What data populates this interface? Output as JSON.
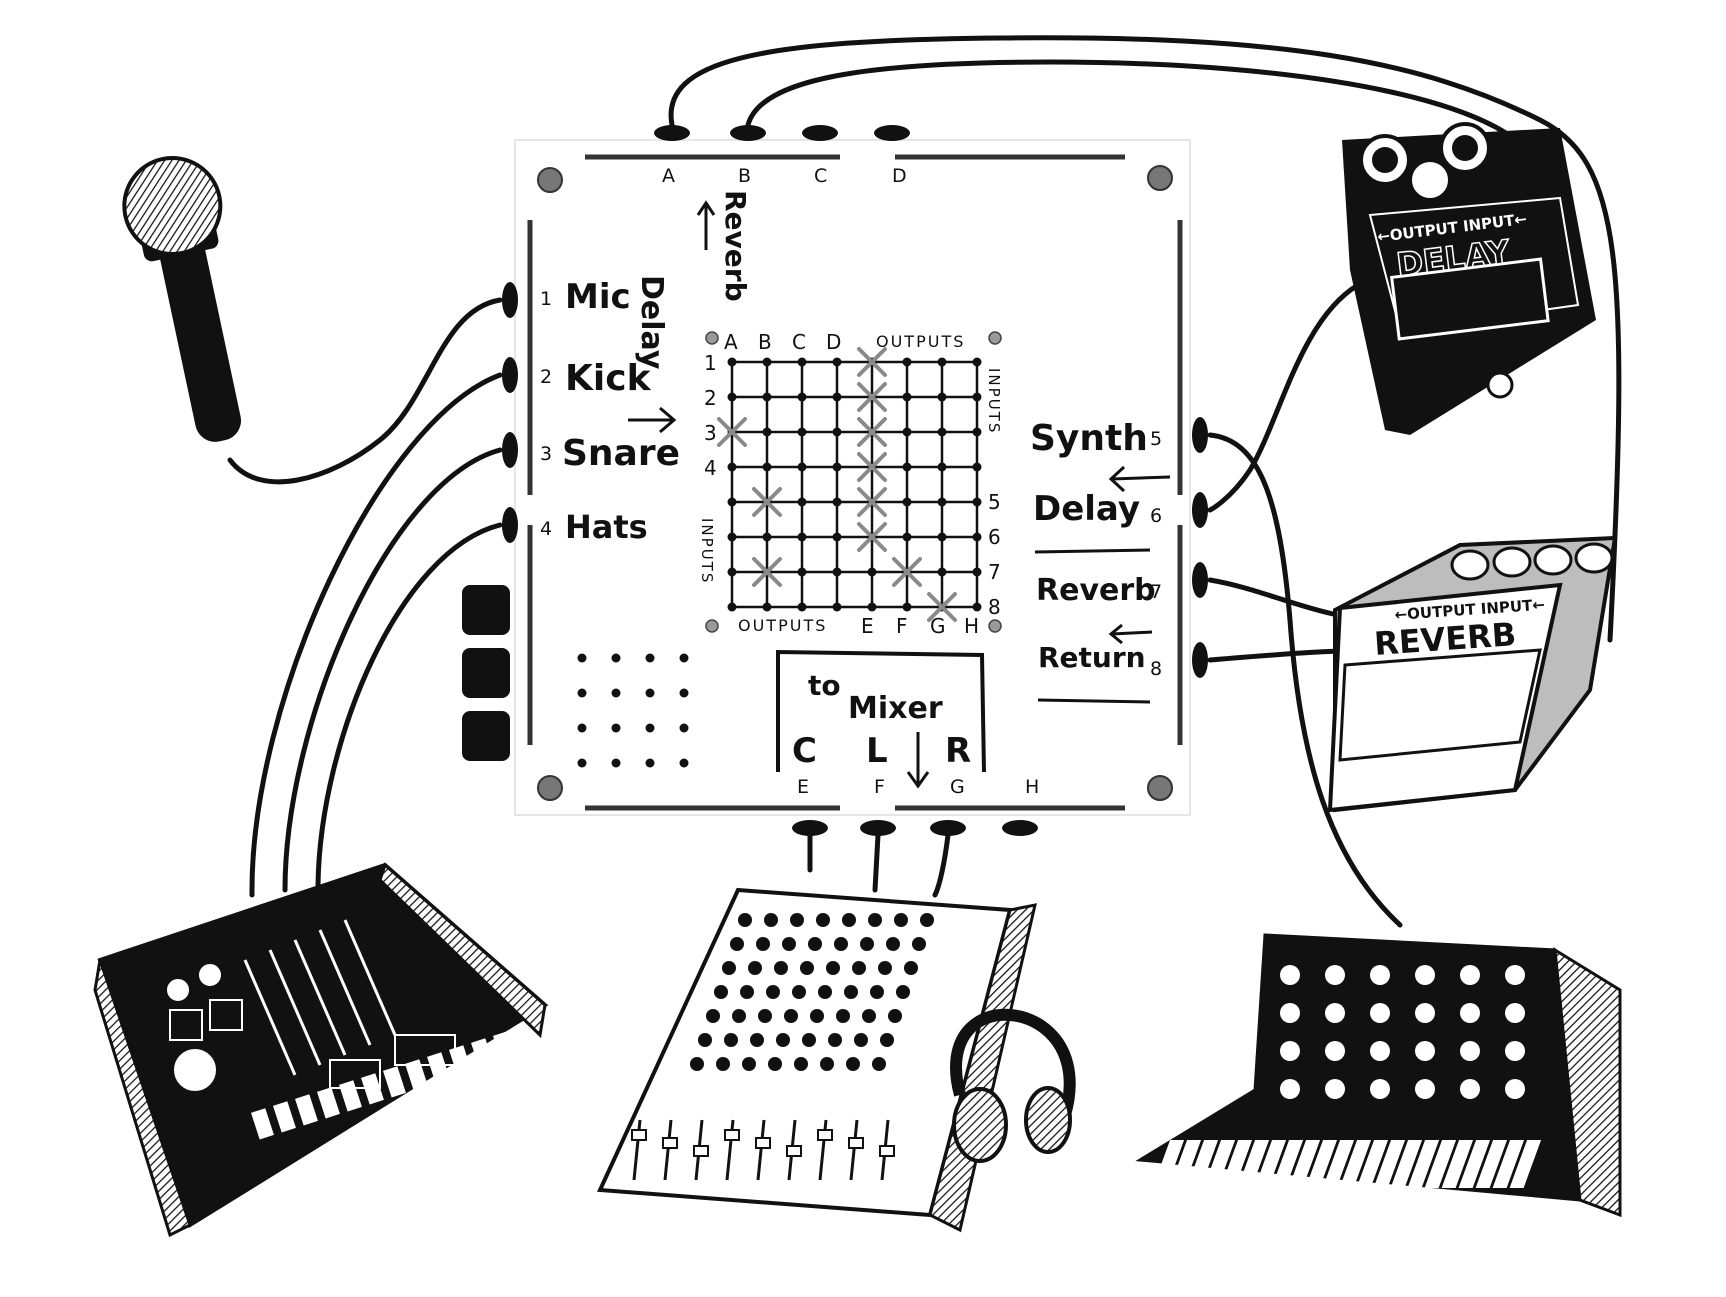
{
  "top_ports": [
    "A",
    "B",
    "C",
    "D"
  ],
  "bottom_ports": [
    "E",
    "F",
    "G",
    "H"
  ],
  "top_notes": {
    "delay": "Delay",
    "reverb": "Reverb"
  },
  "left_inputs": [
    {
      "num": "1",
      "label": "Mic"
    },
    {
      "num": "2",
      "label": "Kick"
    },
    {
      "num": "3",
      "label": "Snare"
    },
    {
      "num": "4",
      "label": "Hats"
    }
  ],
  "right_inputs": [
    {
      "num": "5",
      "label": "Synth"
    },
    {
      "num": "6",
      "label": "Delay"
    },
    {
      "num": "7",
      "label": "Reverb"
    },
    {
      "num": "8",
      "label": "Return"
    }
  ],
  "matrix": {
    "top_labels": [
      "A",
      "B",
      "C",
      "D"
    ],
    "top_title": "OUTPUTS",
    "bottom_title": "OUTPUTS",
    "bottom_labels": [
      "E",
      "F",
      "G",
      "H"
    ],
    "left_rows": [
      "1",
      "2",
      "3",
      "4"
    ],
    "left_title": "INPUTS",
    "right_title": "INPUTS",
    "right_rows": [
      "5",
      "6",
      "7",
      "8"
    ],
    "connections": [
      {
        "row": 1,
        "col": 5
      },
      {
        "row": 2,
        "col": 5
      },
      {
        "row": 3,
        "col": 1
      },
      {
        "row": 3,
        "col": 5
      },
      {
        "row": 4,
        "col": 5
      },
      {
        "row": 5,
        "col": 2
      },
      {
        "row": 5,
        "col": 5
      },
      {
        "row": 6,
        "col": 5
      },
      {
        "row": 7,
        "col": 2
      },
      {
        "row": 7,
        "col": 6
      },
      {
        "row": 8,
        "col": 7
      }
    ]
  },
  "mixer_note": {
    "title_to": "to",
    "title_mixer": "Mixer",
    "c": "C",
    "l": "L",
    "r": "R"
  },
  "delay_pedal": {
    "io": "←OUTPUT INPUT←",
    "name": "DELAY"
  },
  "reverb_pedal": {
    "io": "←OUTPUT INPUT←",
    "name": "REVERB"
  },
  "colors": {
    "ink": "#111111",
    "cross": "#8a8a8a",
    "reverb_body": "#bdbdbd",
    "panel": "#ffffff"
  }
}
